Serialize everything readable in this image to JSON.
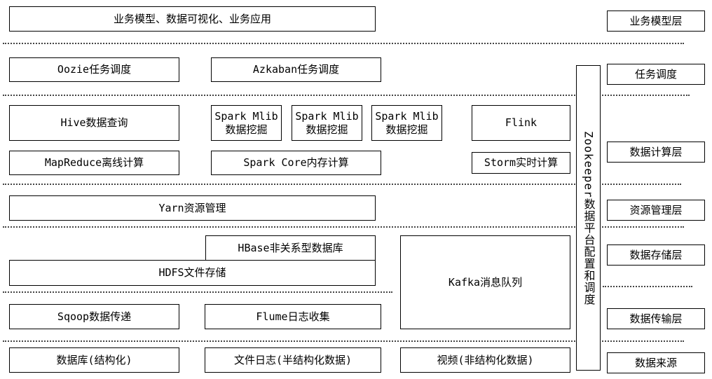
{
  "layers": {
    "business_model": "业务模型层",
    "task_scheduling": "任务调度",
    "data_computing": "数据计算层",
    "resource_management": "资源管理层",
    "data_storage": "数据存储层",
    "data_transmission": "数据传输层",
    "data_source": "数据来源"
  },
  "business": {
    "apps": "业务模型、数据可视化、业务应用"
  },
  "scheduling": {
    "oozie": "Oozie任务调度",
    "azkaban": "Azkaban任务调度"
  },
  "computing": {
    "hive": "Hive数据查询",
    "mlib_title": "Spark Mlib",
    "mlib_sub": "数据挖掘",
    "flink": "Flink",
    "mapreduce": "MapReduce离线计算",
    "spark_core": "Spark Core内存计算",
    "storm": "Storm实时计算"
  },
  "resource": {
    "yarn": "Yarn资源管理"
  },
  "storage": {
    "hbase": "HBase非关系型数据库",
    "hdfs": "HDFS文件存储",
    "kafka": "Kafka消息队列"
  },
  "transmission": {
    "sqoop": "Sqoop数据传递",
    "flume": "Flume日志收集"
  },
  "sources": {
    "database": "数据库(结构化)",
    "file_log": "文件日志(半结构化数据)",
    "video": "视频(非结构化数据)"
  },
  "zookeeper": "Zookeeper数据平台配置和调度"
}
